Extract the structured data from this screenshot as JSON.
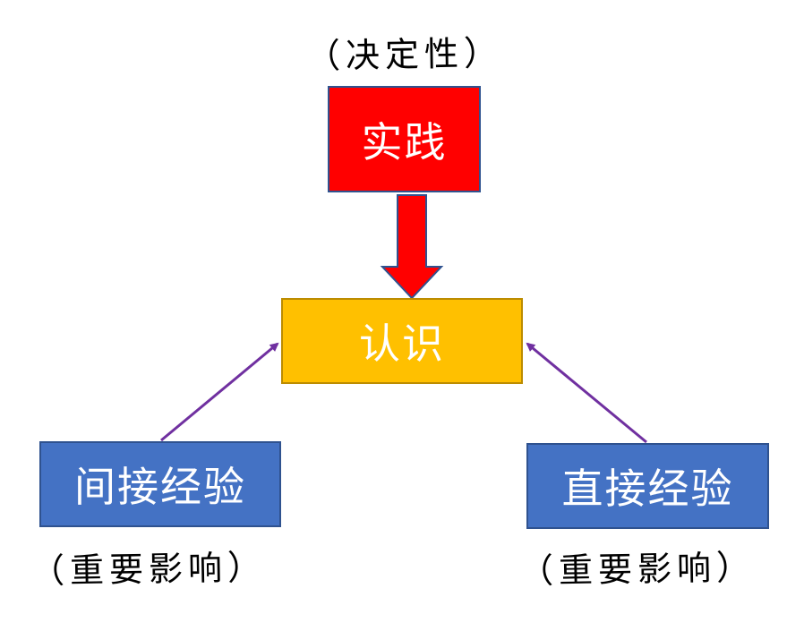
{
  "colors": {
    "practice": "#ff0000",
    "cognition": "#ffc000",
    "experience": "#4472c4",
    "arrow_red": "#ff0000",
    "arrow_purple": "#7030a0"
  },
  "nodes": {
    "practice": {
      "label": "实践",
      "note": "（决定性）"
    },
    "cognition": {
      "label": "认识"
    },
    "indirect": {
      "label": "间接经验",
      "note": "（重要影响）"
    },
    "direct": {
      "label": "直接经验",
      "note": "（重要影响）"
    }
  }
}
